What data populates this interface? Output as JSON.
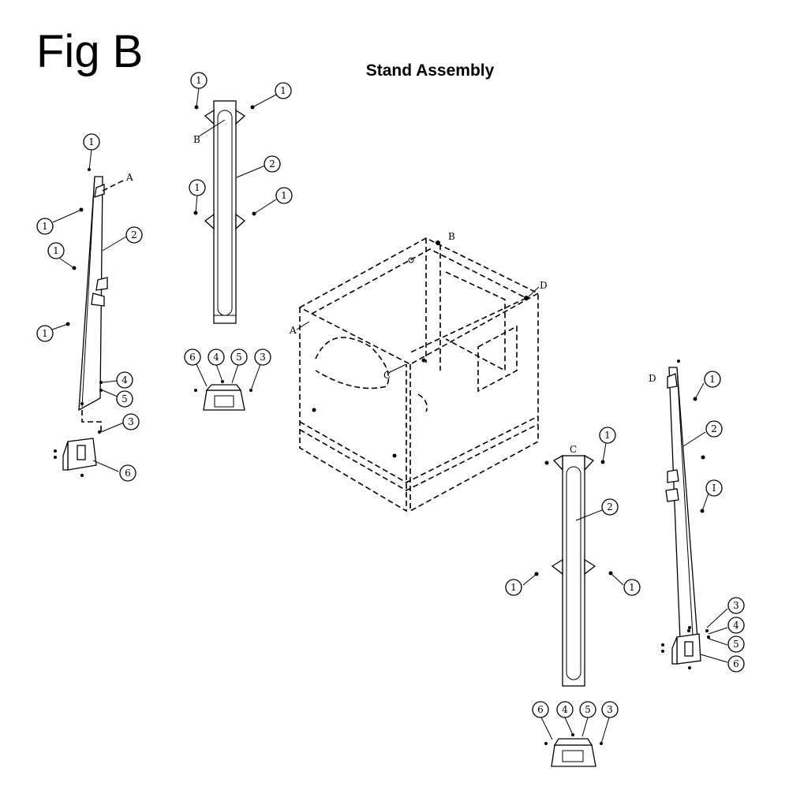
{
  "figure_label": "Fig B",
  "title": "Stand Assembly",
  "callout_labels": {
    "1": "1",
    "2": "2",
    "3": "3",
    "4": "4",
    "5": "5",
    "6": "6"
  },
  "alt_one": "I",
  "letters": {
    "A": "A",
    "B": "B",
    "C": "C",
    "D": "D"
  },
  "parts": [
    "leg-A",
    "leg-B",
    "leg-C",
    "leg-D",
    "cabinet",
    "foot"
  ]
}
